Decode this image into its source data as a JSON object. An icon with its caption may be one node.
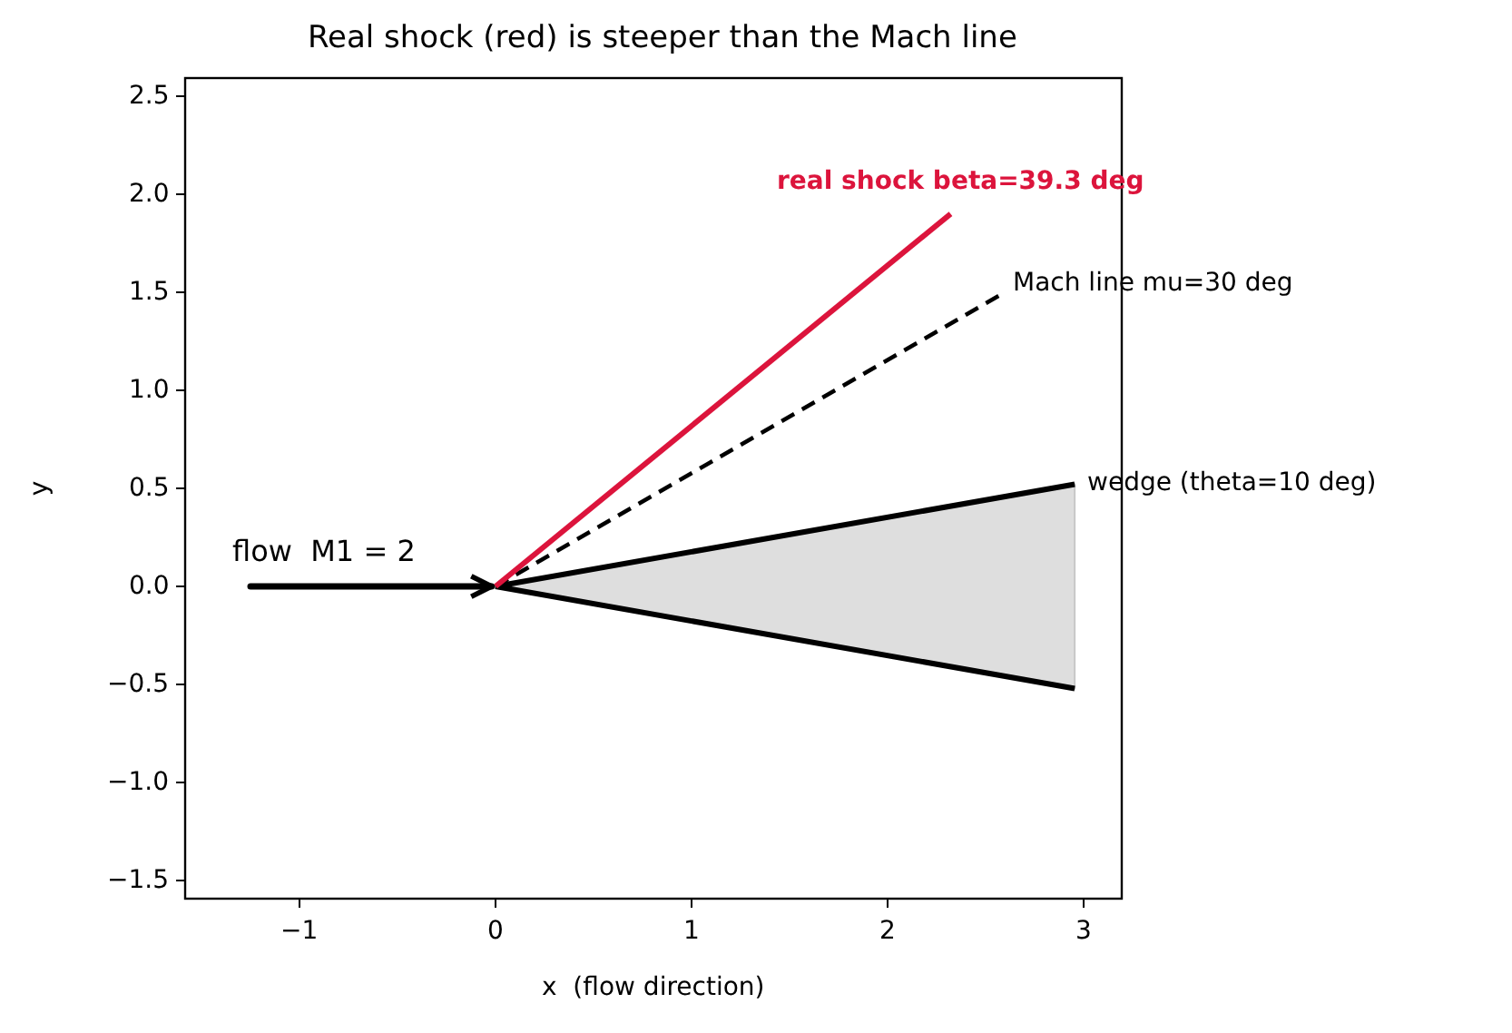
{
  "diagram": {
    "title": "Real shock (red) is steeper than the Mach line",
    "labels": [
      "2.5",
      "2.0",
      "real shock beta=39.3 deg",
      "1.5",
      "Mach line mu=30 deg",
      "1.0",
      "y",
      "0.5",
      "wedge (theta=10 deg)",
      "flow  M1 = 2",
      "0.0",
      "−0.5",
      "−1.0",
      "−1.5",
      "−1",
      "0",
      "1",
      "2",
      "3",
      "x  (flow direction)"
    ]
  }
}
